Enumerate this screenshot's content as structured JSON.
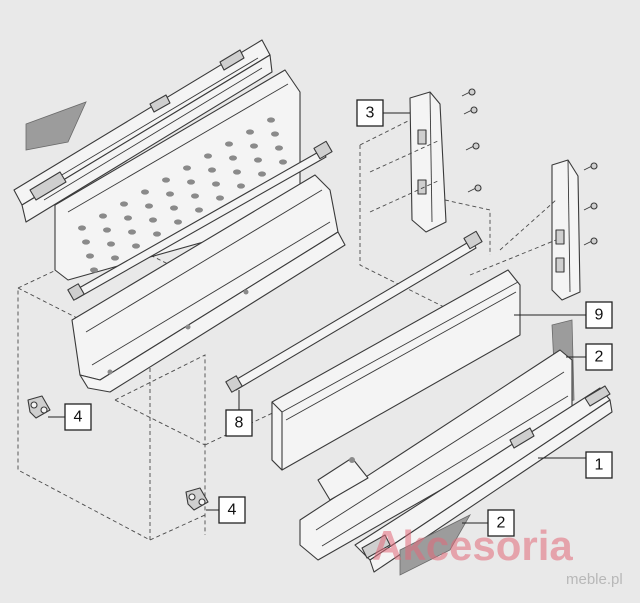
{
  "labels": {
    "part_1": "1",
    "part_2a": "2",
    "part_2b": "2",
    "part_3": "3",
    "part_4a": "4",
    "part_4b": "4",
    "part_8": "8",
    "part_9": "9"
  },
  "watermark": {
    "brand": "Akcesoria",
    "sub": "meble.pl",
    "color": "#e26a7a"
  }
}
